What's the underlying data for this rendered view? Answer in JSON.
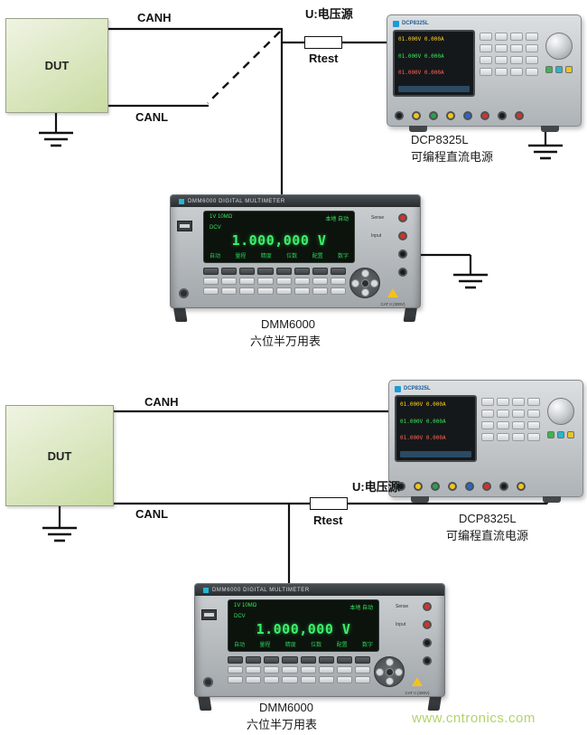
{
  "colors": {
    "wire": "#111111",
    "dut_fill": "#d9e6ba",
    "display_green": "#35e657",
    "watermark_green": "#b2d36a"
  },
  "labels": {
    "dut": "DUT",
    "canh": "CANH",
    "canl": "CANL",
    "u_source": "U:电压源",
    "rtest": "Rtest",
    "psu_name": "DCP8325L",
    "psu_desc": "可编程直流电源",
    "dmm_name": "DMM6000",
    "dmm_desc": "六位半万用表"
  },
  "psu": {
    "brand": "DCP8325L",
    "screen_rows": [
      "01.000V  0.000A",
      "01.000V  0.000A",
      "01.000V  0.000A"
    ]
  },
  "dmm": {
    "header": "DMM6000  DIGITAL MULTIMETER",
    "range": "1V  10MΩ",
    "status": "本地  自动",
    "func": "DCV",
    "reading": "1.000,000 V",
    "softkeys": [
      "自动",
      "量程",
      "精度",
      "位数",
      "配置",
      "数字"
    ],
    "sense_label": "Sense",
    "input_label": "Input",
    "warning": "CAT II (300V)"
  },
  "watermark": "www.cntronics.com"
}
